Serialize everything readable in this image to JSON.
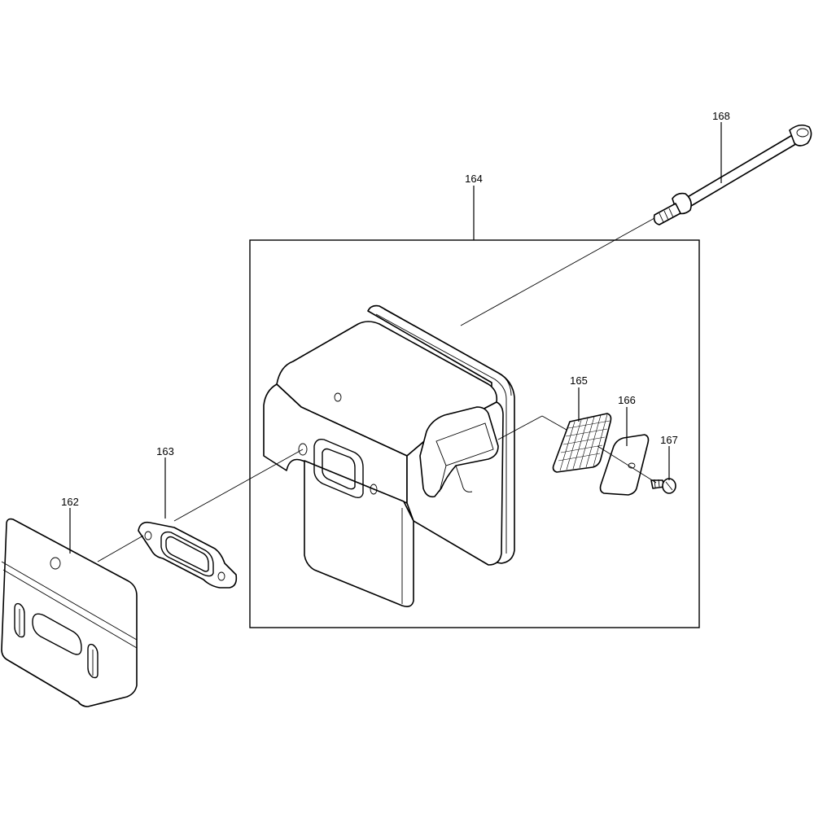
{
  "callouts": {
    "p162": "162",
    "p163": "163",
    "p164": "164",
    "p165": "165",
    "p166": "166",
    "p167": "167",
    "p168": "168"
  }
}
